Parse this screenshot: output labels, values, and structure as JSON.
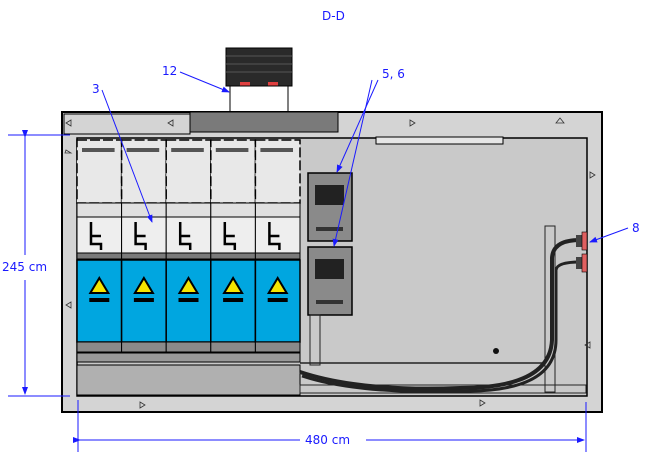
{
  "drawing": {
    "section_title": "D-D",
    "labels": {
      "roof_vent": "12",
      "switchgear": "3",
      "boxes": "5, 6",
      "cable_gland": "8"
    },
    "dimensions": {
      "height": "245 cm",
      "width": "480 cm"
    },
    "switchgear_panel_count": 5,
    "colors": {
      "annotation": "#1a1aff",
      "concrete": "#d4d4d4",
      "switchgear_blue": "#00a6e0",
      "gland_red": "#e06060"
    }
  }
}
